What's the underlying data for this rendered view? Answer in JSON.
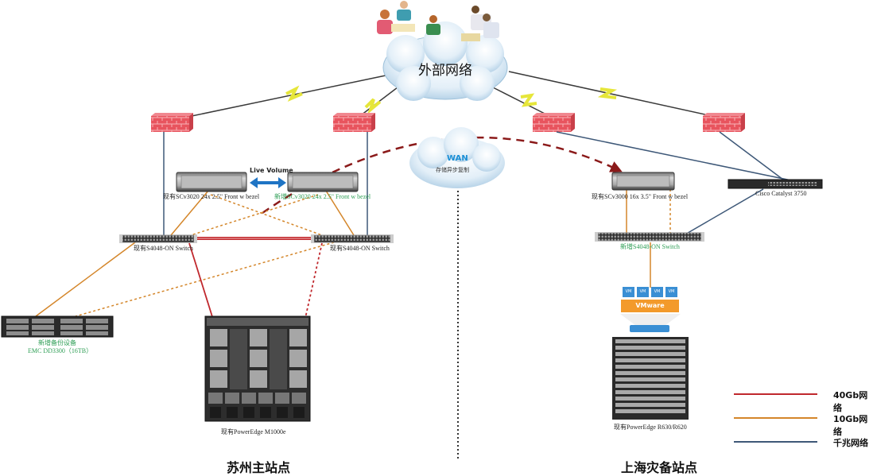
{
  "external_network": {
    "label": "外部网络"
  },
  "wan": {
    "label": "WAN",
    "sublabel": "存储异步复制"
  },
  "live_volume": {
    "label": "Live Volume"
  },
  "suzhou": {
    "site_label": "苏州主站点",
    "storage_existing": "现有SCv3020 24x 2.5\" Front w bezel",
    "storage_new": "新增SCv3020 24x 2.5\" Front w bezel",
    "switch_left": "现有S4048-ON Switch",
    "switch_right": "现有S4048-ON Switch",
    "backup_line1": "新增备份设备",
    "backup_line2": "EMC DD3300（16TB）",
    "blade": "现有PowerEdge M1000e"
  },
  "shanghai": {
    "site_label": "上海灾备站点",
    "storage": "现有SCv3000 16x 3.5\" Front w bezel",
    "cisco": "Cisco Catalyst 3750",
    "switch": "新增S4048-ON Switch",
    "vm_labels": [
      "VM",
      "VM",
      "VM",
      "VM"
    ],
    "hypervisor": "VMware",
    "servers": "现有PowerEdge R630/R620"
  },
  "legend": {
    "items": [
      {
        "label": "40Gb网络",
        "color": "#c0282d"
      },
      {
        "label": "10Gb网络",
        "color": "#d4862a"
      },
      {
        "label": "千兆网络",
        "color": "#3e5878"
      }
    ]
  },
  "colors": {
    "firewall": "#e8545e",
    "link_40gb": "#c0282d",
    "link_10gb": "#d4862a",
    "link_1gb": "#3e5878",
    "replication": "#8b1a1a",
    "live_volume_arrow": "#1f74c4"
  }
}
